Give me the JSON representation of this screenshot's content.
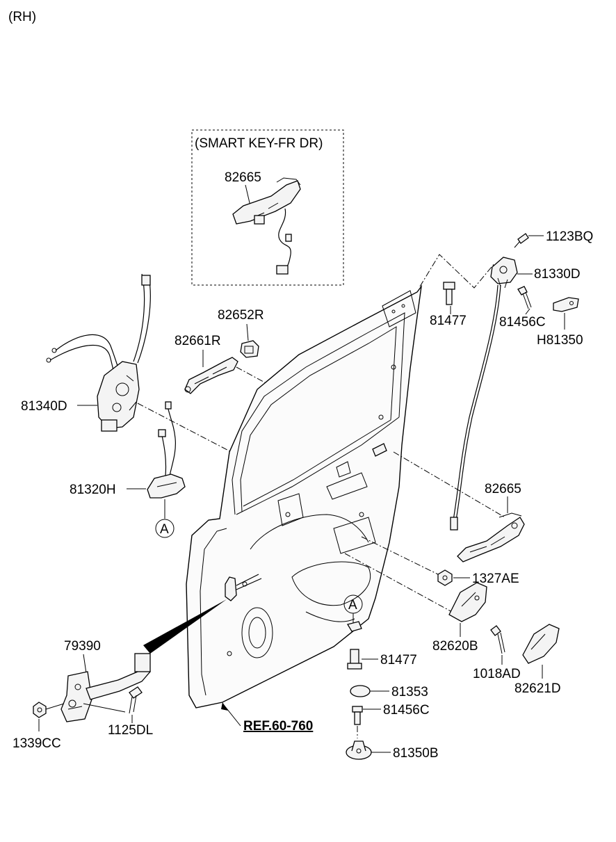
{
  "header": {
    "side": "(RH)"
  },
  "smart_key_group": {
    "title": "(SMART KEY-FR DR)",
    "part": "82665"
  },
  "callouts": {
    "p1123BQ": "1123BQ",
    "p81330D": "81330D",
    "p81477_top": "81477",
    "p81456C_top": "81456C",
    "pH81350": "H81350",
    "p82652R": "82652R",
    "p82661R": "82661R",
    "p81340D": "81340D",
    "p81320H": "81320H",
    "p82665": "82665",
    "p1327AE": "1327AE",
    "p82620B": "82620B",
    "p1018AD": "1018AD",
    "p82621D": "82621D",
    "p79390": "79390",
    "p81477_bottom": "81477",
    "p81353": "81353",
    "p81456C_bottom": "81456C",
    "p81350B": "81350B",
    "p1125DL": "1125DL",
    "p1339CC": "1339CC"
  },
  "markers": {
    "a_left": "A",
    "a_right": "A"
  },
  "reference": {
    "label": "REF.60-760"
  }
}
